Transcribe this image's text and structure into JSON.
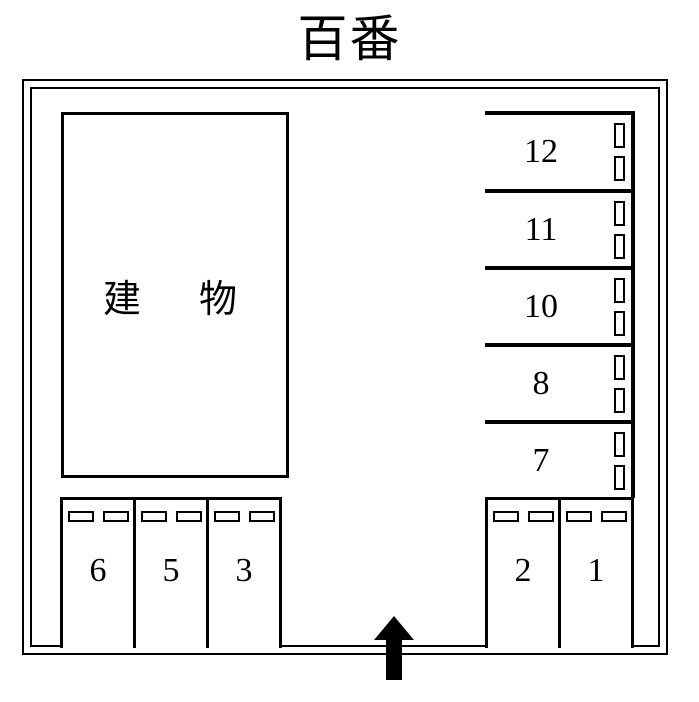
{
  "map": {
    "title": "百番",
    "building": {
      "label": "建　物",
      "name_plain": "建物"
    },
    "entrance": {
      "icon": "up-arrow-icon",
      "meaning": "entrance"
    },
    "stoppers": {
      "icon": "wheel-stopper-icon",
      "count_per_stall": 2
    },
    "stall_bands": [
      {
        "number": "12"
      },
      {
        "number": "11"
      },
      {
        "number": "10"
      },
      {
        "number": "8"
      },
      {
        "number": "7"
      }
    ],
    "stalls_bottom_left": [
      {
        "number": "6"
      },
      {
        "number": "5"
      },
      {
        "number": "3"
      }
    ],
    "stalls_bottom_right": [
      {
        "number": "2"
      },
      {
        "number": "1"
      }
    ],
    "colors": {
      "line": "#000000",
      "background": "#ffffff"
    }
  }
}
